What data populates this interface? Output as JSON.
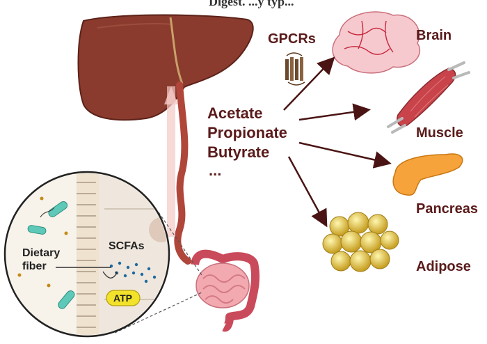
{
  "title_partial": "Digest. ...y typ...",
  "scfa_list": {
    "acetate": "Acetate",
    "propionate": "Propionate",
    "butyrate": "Butyrate",
    "ellipsis": "..."
  },
  "receptor": {
    "label": "GPCRs"
  },
  "targets": {
    "brain": "Brain",
    "muscle": "Muscle",
    "pancreas": "Pancreas",
    "adipose": "Adipose"
  },
  "inset": {
    "dietary_fiber_line1": "Dietary",
    "dietary_fiber_line2": "fiber",
    "scfas": "SCFAs",
    "atp": "ATP"
  },
  "colors": {
    "label_text": "#5a1a1a",
    "liver": "#8a3b2d",
    "vessel": "#b0453a",
    "arrow": "#4a1414",
    "atp_badge": "#f2e22a"
  }
}
